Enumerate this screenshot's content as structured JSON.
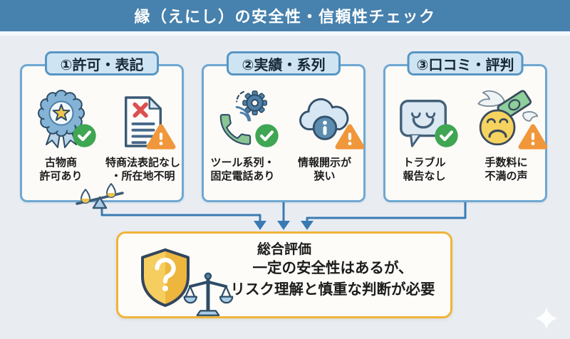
{
  "header": {
    "title": "縁（えにし）の安全性・信頼性チェック"
  },
  "cards": [
    {
      "tab": "①許可・表記",
      "items": [
        {
          "icon": "license-badge-icon",
          "status": "ok",
          "status_icon": "check-circle-icon",
          "label": "古物商\n許可あり"
        },
        {
          "icon": "document-missing-icon",
          "status": "warning",
          "status_icon": "warning-triangle-icon",
          "label": "特商法表記なし\n・所在地不明"
        }
      ],
      "footer_icon": "tilted-scale-icon"
    },
    {
      "tab": "②実績・系列",
      "items": [
        {
          "icon": "phone-gear-icon",
          "status": "ok",
          "status_icon": "check-circle-icon",
          "label": "ツール系列・\n固定電話あり"
        },
        {
          "icon": "cloud-info-icon",
          "status": "warning",
          "status_icon": "warning-triangle-icon",
          "label": "情報開示が\n狭い"
        }
      ]
    },
    {
      "tab": "③口コミ・評判",
      "items": [
        {
          "icon": "speech-smile-icon",
          "status": "ok",
          "status_icon": "check-circle-icon",
          "label": "トラブル\n報告なし"
        },
        {
          "icon": "money-sadface-icon",
          "status": "warning",
          "status_icon": "warning-triangle-icon",
          "label": "手数料に\n不満の声"
        }
      ]
    }
  ],
  "evaluation": {
    "title": "総合評価",
    "line1": "一定の安全性はあるが、",
    "line2": "リスク理解と慎重な判断が必要",
    "icons": [
      "shield-question-icon",
      "balance-scale-icon"
    ]
  },
  "decor": {
    "sparkle_icon": "sparkle-icon"
  },
  "colors": {
    "header_bg": "#4781ad",
    "background": "#e9edf2",
    "card_border": "#6fa8d2",
    "tab_bg": "#cfe4f2",
    "tab_border": "#5796c4",
    "connector": "#3a7ab2",
    "eval_border": "#f0b43a",
    "ok_green": "#3fa653",
    "warn_orange": "#f0973b",
    "alert_red": "#dd4f4f"
  }
}
